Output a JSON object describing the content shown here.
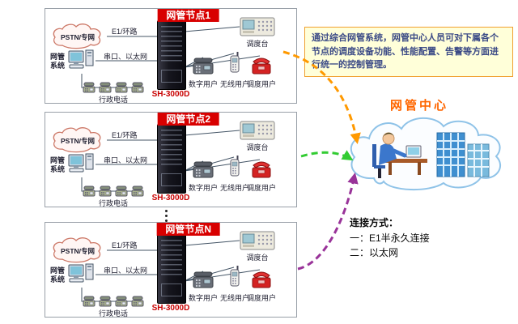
{
  "panels": [
    {
      "title": "网管节点1",
      "pstn_label": "PSTN/专网",
      "e1_label": "E1/环路",
      "nms_label": "网管系统",
      "serial_label": "串口、以太网",
      "server_model": "SH-3000D",
      "admin_phone_label": "行政电话",
      "dispatch_label": "调度台",
      "user_labels": [
        "数字用户",
        "无线用户",
        "调度用户"
      ]
    },
    {
      "title": "网管节点2",
      "pstn_label": "PSTN/专网",
      "e1_label": "E1/环路",
      "nms_label": "网管系统",
      "serial_label": "串口、以太网",
      "server_model": "SH-3000D",
      "admin_phone_label": "行政电话",
      "dispatch_label": "调度台",
      "user_labels": [
        "数字用户",
        "无线用户",
        "调度用户"
      ]
    },
    {
      "title": "网管节点N",
      "pstn_label": "PSTN/专网",
      "e1_label": "E1/环路",
      "nms_label": "网管系统",
      "serial_label": "串口、以太网",
      "server_model": "SH-3000D",
      "admin_phone_label": "行政电话",
      "dispatch_label": "调度台",
      "user_labels": [
        "数字用户",
        "无线用户",
        "调度用户"
      ]
    }
  ],
  "center": {
    "label": "网管中心",
    "description": "通过综合网管系统，网管中心人员可对下属各个节点的调度设备功能、性能配置、告警等方面进行统一的控制管理。"
  },
  "legend": {
    "title": "连接方式：",
    "items": [
      "一：E1半永久连接",
      "二：以太网"
    ]
  },
  "colors": {
    "node_header": "#d80000",
    "server_label": "#c80000",
    "center_label": "#ff6600",
    "arrow_node1": "#ff9900",
    "arrow_node2": "#33cc33",
    "arrow_nodeN": "#993399",
    "description_bg": "#ffffd9",
    "description_border": "#f0a030"
  }
}
